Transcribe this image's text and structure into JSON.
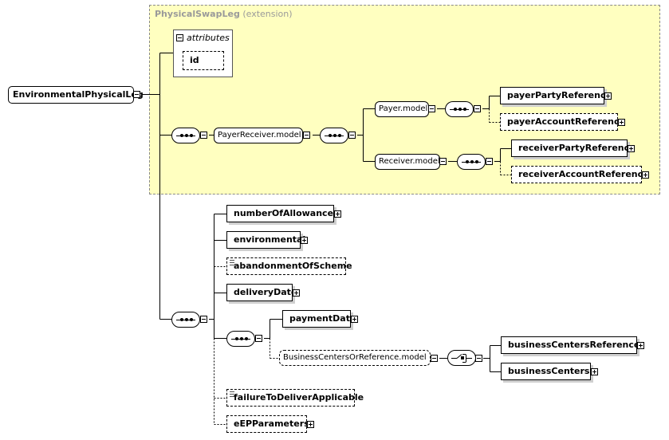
{
  "extension": {
    "name": "PhysicalSwapLeg",
    "kind": "(extension)"
  },
  "attributes": {
    "label": "attributes",
    "items": [
      "id"
    ]
  },
  "root": "EnvironmentalPhysicalLeg",
  "groups": {
    "payer_receiver": "PayerReceiver.model",
    "payer": "Payer.model",
    "receiver": "Receiver.model",
    "business_centers": "BusinessCentersOrReference.model"
  },
  "elements": {
    "payer_party_reference": "payerPartyReference",
    "payer_account_reference": "payerAccountReference",
    "receiver_party_reference": "receiverPartyReference",
    "receiver_account_reference": "receiverAccountReference",
    "number_of_allowances": "numberOfAllowances",
    "environmental": "environmental",
    "abandonment_of_scheme": "abandonmentOfScheme",
    "delivery_date": "deliveryDate",
    "payment_date": "paymentDate",
    "business_centers_reference": "businessCentersReference",
    "business_centers": "businessCenters",
    "failure_to_deliver_applicable": "failureToDeliverApplicable",
    "ep_parameters": "eEPParameters"
  }
}
